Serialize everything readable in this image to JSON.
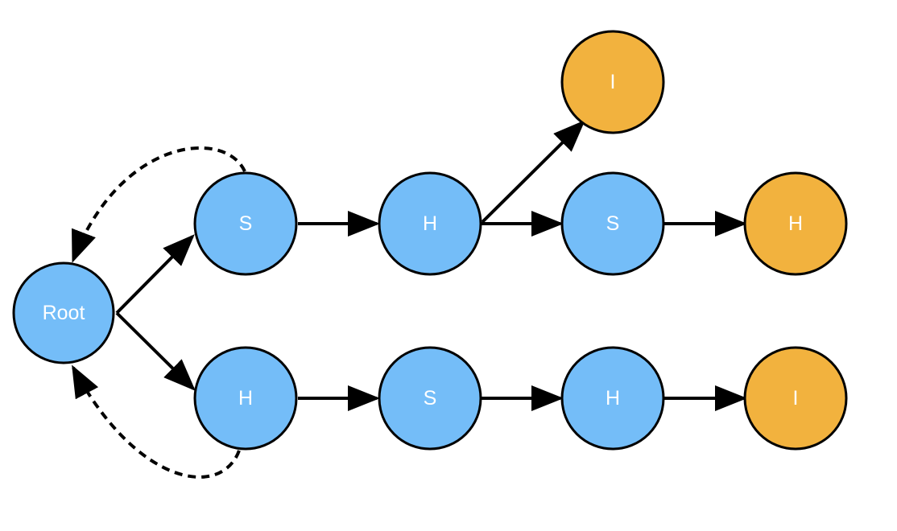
{
  "colors": {
    "internal_node": "#74bdf8",
    "leaf_node": "#f2b23e",
    "stroke": "#000000",
    "label": "#ffffff"
  },
  "nodes": {
    "root": "Root",
    "top_1": "S",
    "top_2": "H",
    "top_3": "S",
    "top_4": "H",
    "top_branch": "I",
    "bottom_1": "H",
    "bottom_2": "S",
    "bottom_3": "H",
    "bottom_4": "I"
  },
  "edges": [
    {
      "from": "root",
      "to": "top_1",
      "style": "solid"
    },
    {
      "from": "root",
      "to": "bottom_1",
      "style": "solid"
    },
    {
      "from": "top_1",
      "to": "top_2",
      "style": "solid"
    },
    {
      "from": "top_2",
      "to": "top_3",
      "style": "solid"
    },
    {
      "from": "top_2",
      "to": "top_branch",
      "style": "solid"
    },
    {
      "from": "top_3",
      "to": "top_4",
      "style": "solid"
    },
    {
      "from": "bottom_1",
      "to": "bottom_2",
      "style": "solid"
    },
    {
      "from": "bottom_2",
      "to": "bottom_3",
      "style": "solid"
    },
    {
      "from": "bottom_3",
      "to": "bottom_4",
      "style": "solid"
    },
    {
      "from": "top_1",
      "to": "root",
      "style": "dashed"
    },
    {
      "from": "bottom_1",
      "to": "root",
      "style": "dashed"
    }
  ]
}
